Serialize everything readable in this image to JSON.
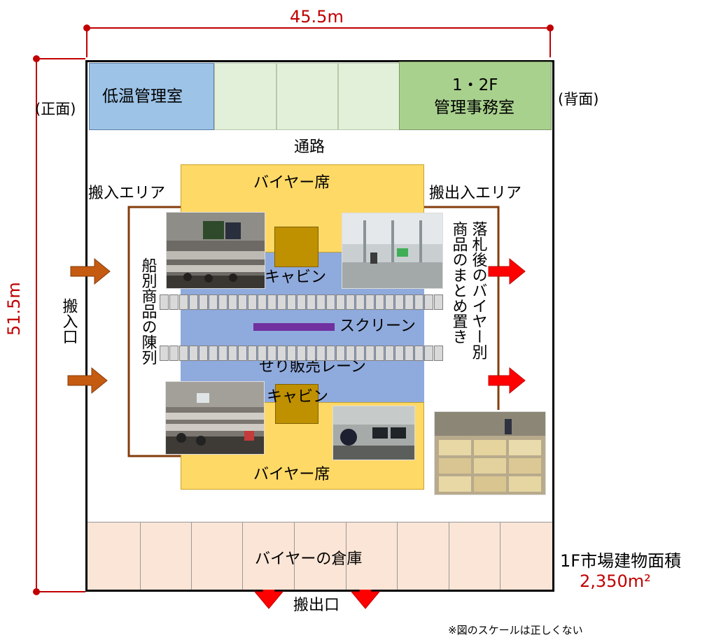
{
  "dimensions": {
    "width": "45.5m",
    "height": "51.5m"
  },
  "rooms": {
    "cold_room": "低温管理室",
    "office_line1": "1・2F",
    "office_line2": "管理事務室"
  },
  "labels": {
    "front": "(正面)",
    "back": "(背面)",
    "aisle": "通路",
    "intake_area": "搬入エリア",
    "inout_area": "搬出入エリア",
    "buyer_seat_top": "バイヤー席",
    "buyer_seat_bottom": "バイヤー席",
    "cabin_top": "キャビン",
    "cabin_bottom": "キャビン",
    "screen": "スクリーン",
    "lane": "せり販売レーン",
    "display_by_ship": "船別商品の陳列",
    "after_bid": "落札後のバイヤー別",
    "consolidation": "商品のまとめ置き",
    "entrance": "搬入口",
    "warehouse": "バイヤーの倉庫",
    "exit": "搬出口",
    "area_title": "1F市場建物面積",
    "area_value": "2,350m²",
    "note": "※図のスケールは正しくない"
  },
  "colors": {
    "cold_room": "#9dc3e6",
    "office": "#a9d18e",
    "light_green": "#e2efd9",
    "buyer": "#ffd966",
    "lane": "#8faadc",
    "cabin": "#bf9000",
    "screen": "#7030a0",
    "warehouse": "#fbe5d6",
    "brown_arrow": "#c55a11",
    "red_arrow": "#ff0000",
    "dimension": "#c00000"
  }
}
